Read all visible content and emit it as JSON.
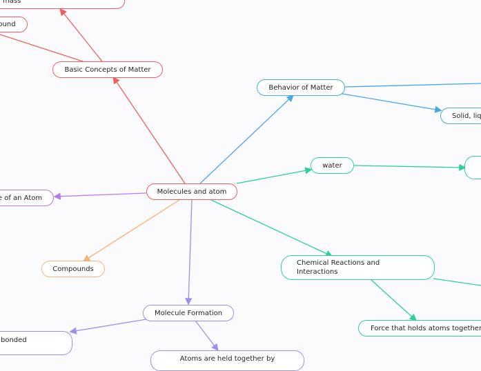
{
  "nodes": {
    "center": "Molecules and atom",
    "basic_concepts": "Basic Concepts of Matter",
    "mass": "mass",
    "compound_top": "ound",
    "behavior": "Behavior of Matter",
    "solid": "Solid, liq",
    "water": "water",
    "structure_atom": "e of an Atom",
    "compounds": "Compounds",
    "chemical": "Chemical Reactions and Interactions",
    "force": "Force that holds atoms together",
    "molecule_formation": "Molecule Formation",
    "bonded": "bonded",
    "atoms_held": "Atoms are held together by"
  },
  "colors": {
    "red": "#ee5e5e",
    "blue": "#4aa7e6",
    "teal": "#2fcf9d",
    "purple": "#b77ae8",
    "orange": "#f7b27a",
    "violet": "#9a8ff0",
    "background": "#fbfbfd"
  }
}
